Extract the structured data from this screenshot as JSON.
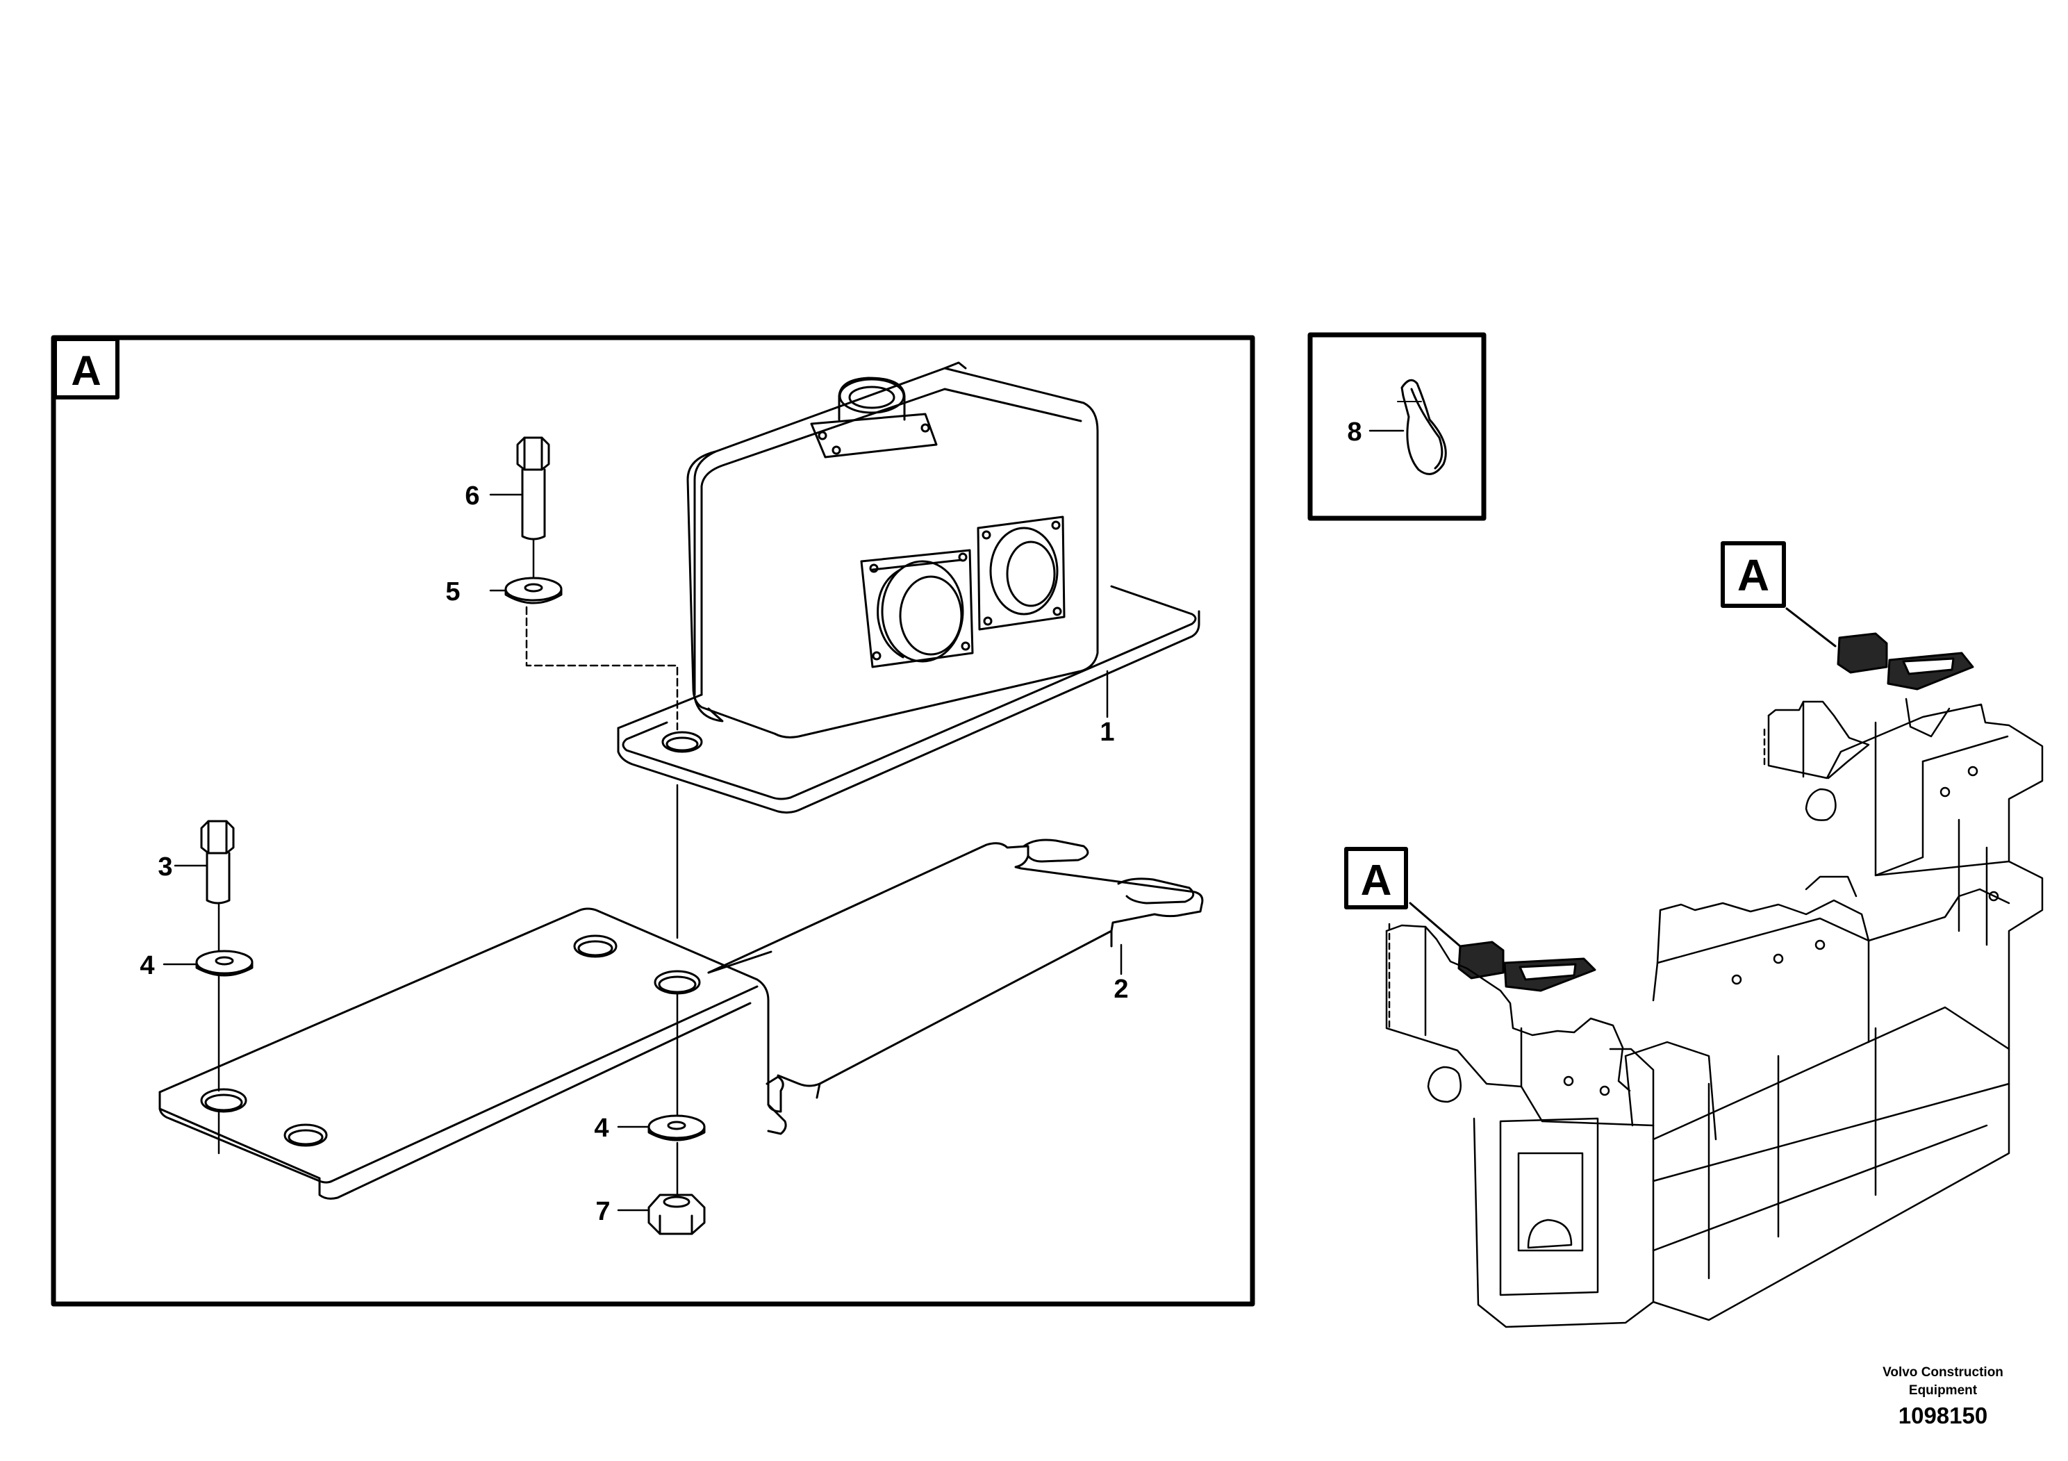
{
  "detail_view": {
    "letter": "A",
    "callouts": {
      "c1": "1",
      "c2": "2",
      "c3": "3",
      "c4a": "4",
      "c4b": "4",
      "c5": "5",
      "c6": "6",
      "c7": "7"
    }
  },
  "accessory_box": {
    "callout": "8"
  },
  "overview": {
    "markers": [
      "A",
      "A"
    ]
  },
  "footer": {
    "company": "Volvo Construction Equipment",
    "drawing_number": "1098150"
  }
}
